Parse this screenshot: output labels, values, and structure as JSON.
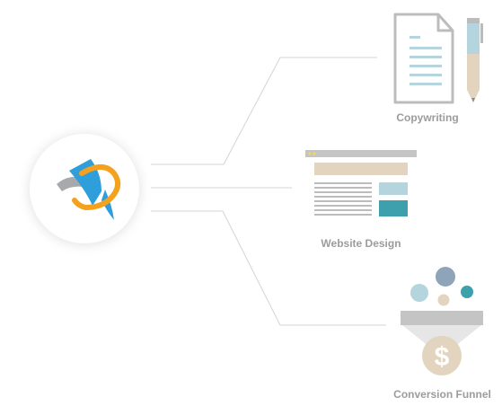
{
  "services": [
    {
      "id": "copywriting",
      "label": "Copywriting",
      "icon": "document-pen-icon"
    },
    {
      "id": "website-design",
      "label": "Website Design",
      "icon": "webpage-layout-icon"
    },
    {
      "id": "conversion-funnel",
      "label": "Conversion Funnel",
      "icon": "funnel-dollar-icon"
    }
  ],
  "hub": {
    "icon": "brand-logo-icon"
  },
  "colors": {
    "line": "#d4d4d4",
    "label": "#9c9c9c",
    "icon_gray": "#bcbcbc",
    "tan": "#e2d4be",
    "light_blue": "#b4d4de",
    "teal": "#3ea0ac",
    "logo_blue": "#2f9fdb",
    "logo_orange": "#f4a21d",
    "logo_gray": "#a7a9ac"
  }
}
